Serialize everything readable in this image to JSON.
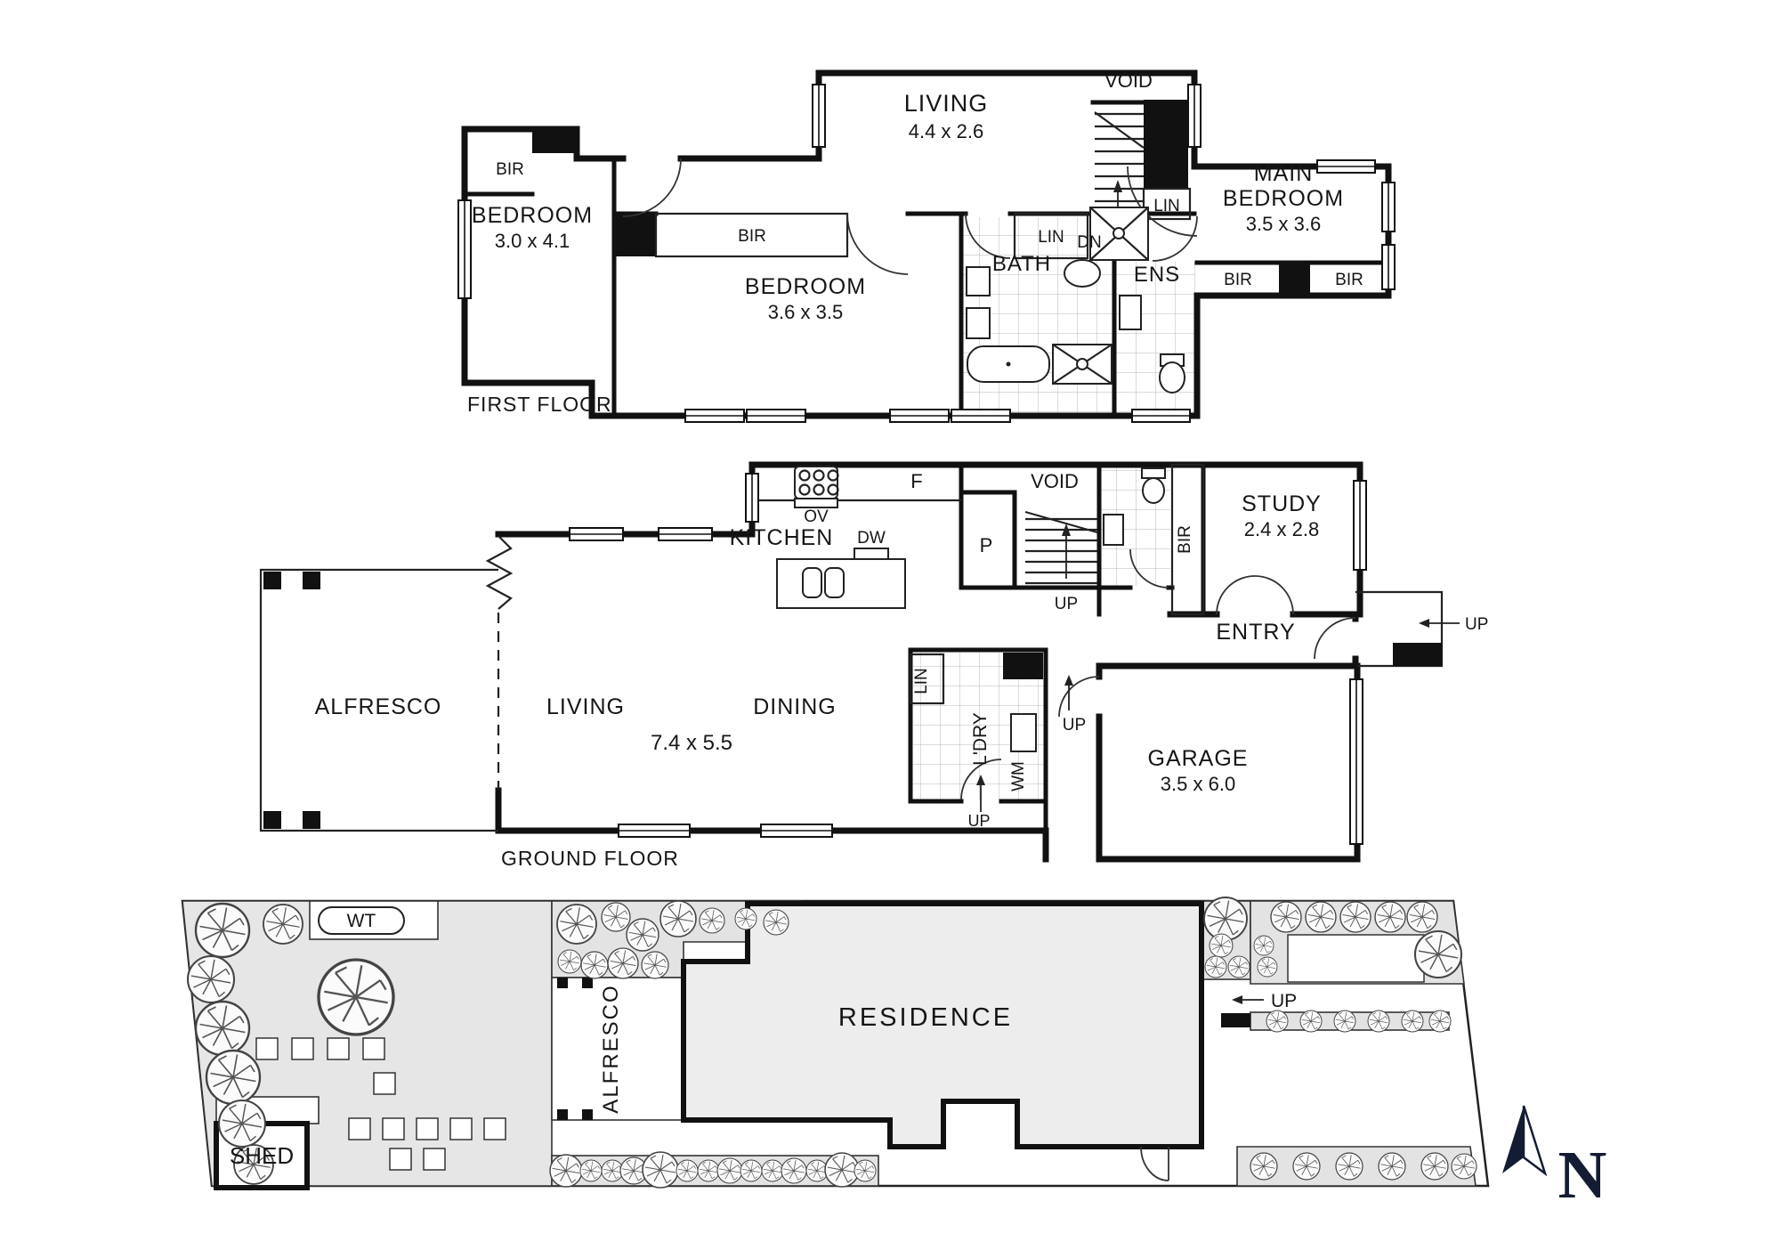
{
  "first_floor": {
    "title": "FIRST FLOOR",
    "living": {
      "name": "LIVING",
      "dims": "4.4 x 2.6"
    },
    "void": "VOID",
    "lin_stairs": "LIN",
    "dn": "DN",
    "bir_top": "BIR",
    "bedroom1": {
      "name": "BEDROOM",
      "dims": "3.0 x 4.1"
    },
    "bir_bed2": "BIR",
    "bedroom2": {
      "name": "BEDROOM",
      "dims": "3.6 x 3.5"
    },
    "lin_bath": "LIN",
    "bath": "BATH",
    "ens": "ENS",
    "main_bedroom": {
      "name_line1": "MAIN",
      "name_line2": "BEDROOM",
      "dims": "3.5 x 3.6"
    },
    "bir_left": "BIR",
    "bir_right": "BIR"
  },
  "ground_floor": {
    "title": "GROUND FLOOR",
    "kitchen": "KITCHEN",
    "ov": "OV",
    "dw": "DW",
    "fridge": "F",
    "pantry": "P",
    "void": "VOID",
    "up_stairs": "UP",
    "bir": "BIR",
    "study": {
      "name": "STUDY",
      "dims": "2.4 x 2.8"
    },
    "entry": "ENTRY",
    "up_porch": "UP",
    "living": "LIVING",
    "dining": "DINING",
    "living_dining_dims": "7.4 x 5.5",
    "alfresco": "ALFRESCO",
    "lin": "LIN",
    "laundry": "L'DRY",
    "wm": "WM",
    "up_laundry": "UP",
    "up_garage": "UP",
    "garage": {
      "name": "GARAGE",
      "dims": "3.5 x 6.0"
    }
  },
  "site_plan": {
    "wt": "WT",
    "shed": "SHED",
    "alfresco": "ALFRESCO",
    "residence": "RESIDENCE",
    "up": "UP",
    "north": "N"
  }
}
